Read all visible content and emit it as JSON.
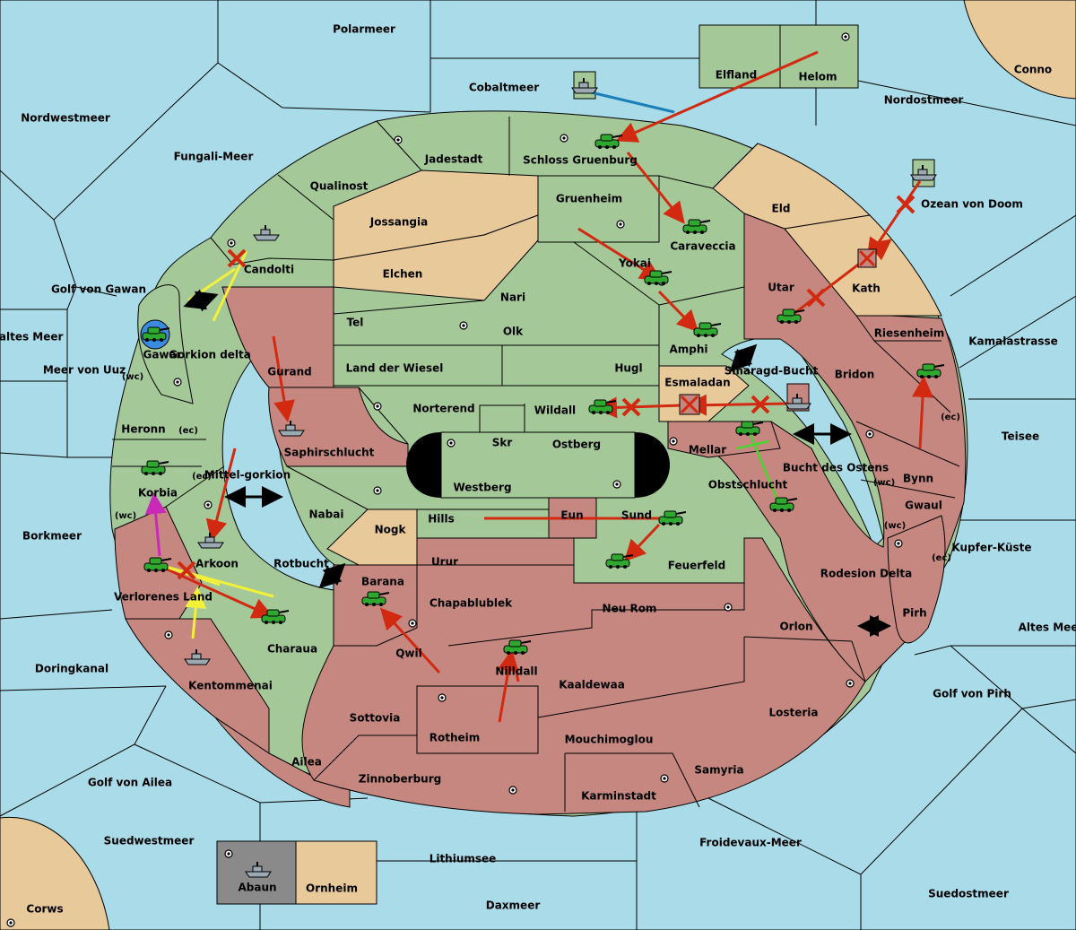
{
  "map": {
    "seas": {
      "polarmeer": "Polarmeer",
      "cobaltmeer": "Cobaltmeer",
      "nordostmeer": "Nordostmeer",
      "nordwestmeer": "Nordwestmeer",
      "fungali_meer": "Fungali-Meer",
      "golf_von_gawan": "Golf von Gawan",
      "kaltes_meer": "Kaltes Meer",
      "meer_von_uuz": "Meer von Uuz",
      "borkmeer": "Borkmeer",
      "doringkanal": "Doringkanal",
      "golf_von_ailea": "Golf von Ailea",
      "suedwestmeer": "Suedwestmeer",
      "lithiumsee": "Lithiumsee",
      "daxmeer": "Daxmeer",
      "froidevaux_meer": "Froidevaux-Meer",
      "suedostmeer": "Suedostmeer",
      "golf_von_pirh": "Golf von Pirh",
      "altes_meer": "Altes Meer",
      "kupfer_kueste": "Kupfer-Küste",
      "teisee": "Teisee",
      "kamalastrasse": "Kamalastrasse",
      "ozean_von_doom": "Ozean von Doom",
      "rotbucht": "Rotbucht",
      "mittelgorkion": "Mittel-gorkion",
      "smaragd_bucht": "Smaragd-Bucht",
      "bucht_des_ostens": "Bucht des Ostens",
      "gorkion_delta": "Gorkion delta",
      "rodesion_delta": "Rodesion Delta"
    },
    "regions": {
      "conno": "Conno",
      "corws": "Corws",
      "elfland": "Elfland",
      "helom": "Helom",
      "abaun": "Abaun",
      "ornheim": "Ornheim",
      "jadestadt": "Jadestadt",
      "schloss_gruenburg": "Schloss Gruenburg",
      "qualinost": "Qualinost",
      "jossangia": "Jossangia",
      "gruenheim": "Gruenheim",
      "caraveccia": "Caraveccia",
      "eld": "Eld",
      "candolti": "Candolti",
      "elchen": "Elchen",
      "nari": "Nari",
      "yokai": "Yokai",
      "utar": "Utar",
      "kath": "Kath",
      "gawar": "Gawar",
      "tel": "Tel",
      "olk": "Olk",
      "amphi": "Amphi",
      "riesenheim": "Riesenheim",
      "gurand": "Gurand",
      "land_der_wiesel": "Land der Wiesel",
      "hugl": "Hugl",
      "esmaladan": "Esmaladan",
      "bridon": "Bridon",
      "heronn": "Heronn",
      "norterend": "Norterend",
      "wildall": "Wildall",
      "skr": "Skr",
      "ostberg": "Ostberg",
      "mellar": "Mellar",
      "saphirschlucht": "Saphirschlucht",
      "westberg": "Westberg",
      "obstschlucht": "Obstschlucht",
      "bynn": "Bynn",
      "korbia": "Korbia",
      "nabai": "Nabai",
      "hills": "Hills",
      "eun": "Eun",
      "sund": "Sund",
      "gwaul": "Gwaul",
      "nogk": "Nogk",
      "arkoon": "Arkoon",
      "urur": "Urur",
      "feuerfeld": "Feuerfeld",
      "verlorenes_land": "Verlorenes Land",
      "barana": "Barana",
      "chapablublek": "Chapablublek",
      "neu_rom": "Neu Rom",
      "pirh": "Pirh",
      "orlon": "Orlon",
      "charaua": "Charaua",
      "qwil": "Qwil",
      "nilldall": "Nilldall",
      "kentommenai": "Kentommenai",
      "kaaldewaa": "Kaaldewaa",
      "sottovia": "Sottovia",
      "rotheim": "Rotheim",
      "losteria": "Losteria",
      "mouchimoglou": "Mouchimoglou",
      "ailea": "Ailea",
      "samyria": "Samyria",
      "zinnoberburg": "Zinnoberburg",
      "karminstadt": "Karminstadt"
    },
    "coast_tags": {
      "wc": "(wc)",
      "ec": "(ec)"
    },
    "colors": {
      "sea": "#a9dbe8",
      "green_power": "#a5c899",
      "red_power": "#c5877f",
      "neutral": "#e8c99a",
      "unit_fill": "#2fa82f",
      "order_red": "#d12a10",
      "order_yellow": "#f3f03a",
      "order_green": "#4ad431",
      "order_blue": "#1a7fb8",
      "order_magenta": "#c829b6"
    },
    "icons": {
      "army": "tank-icon",
      "fleet": "ship-icon",
      "supply_center": "supply-center-icon",
      "failed_order": "cross-icon",
      "convoy_link": "double-arrow-icon"
    }
  }
}
